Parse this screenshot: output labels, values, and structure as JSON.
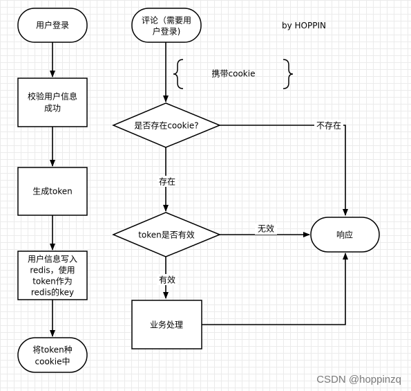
{
  "author": "by HOPPIN",
  "watermark": "CSDN @hoppinzq",
  "nodes": {
    "login": "用户登录",
    "verify": [
      "校验用户信息",
      "成功"
    ],
    "gen_token": "生成token",
    "write_redis": [
      "用户信息写入",
      "redis，使用",
      "token作为",
      "redis的key"
    ],
    "plant_cookie": [
      "将token种",
      "cookie中"
    ],
    "comment": [
      "评论（需要用",
      "户登录)"
    ],
    "cookie_check": "是否存在cookie?",
    "token_check": "token是否有效",
    "business": "业务处理",
    "response": "响应"
  },
  "note": "携带cookie",
  "edge_labels": {
    "not_exist": "不存在",
    "exist": "存在",
    "invalid": "无效",
    "valid": "有效"
  }
}
